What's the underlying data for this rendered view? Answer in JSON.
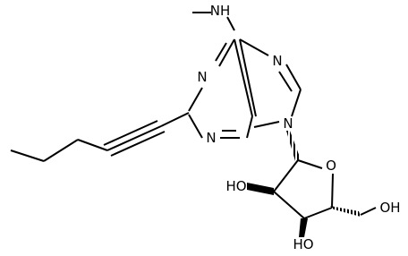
{
  "molecule": {
    "labels": {
      "nhme": "NH",
      "n1": "N",
      "n3": "N",
      "n7": "N",
      "n9": "N",
      "o_ring": "O",
      "oh_2": "HO",
      "oh_3": "HO",
      "oh_5": "OH"
    },
    "colors": {
      "bond": "#000000",
      "text": "#000000",
      "background": "#ffffff"
    }
  }
}
